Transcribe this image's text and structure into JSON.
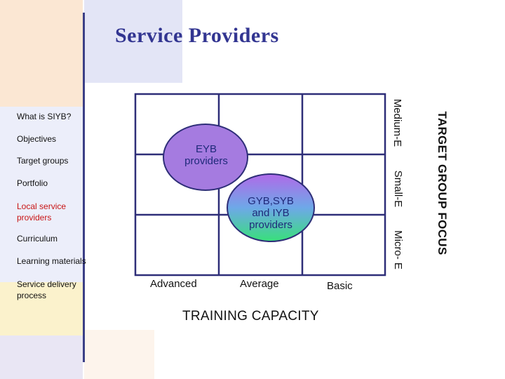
{
  "title": "Service Providers",
  "menu": {
    "items": [
      {
        "label": "What is SIYB?"
      },
      {
        "label": "Objectives"
      },
      {
        "label": "Target groups"
      },
      {
        "label": "Portfolio"
      },
      {
        "label": "Local service providers",
        "active": true
      },
      {
        "label": "Curriculum"
      },
      {
        "label": "Learning materials"
      },
      {
        "label": "Service delivery process"
      }
    ]
  },
  "x_axis": {
    "title": "TRAINING CAPACITY",
    "labels": [
      "Advanced",
      "Average",
      "Basic"
    ]
  },
  "y_axis": {
    "title": "TARGET GROUP FOCUS",
    "labels": [
      "Medium-E",
      "Small-E",
      "Micro- E"
    ]
  },
  "shapes": [
    {
      "label_line1": "EYB",
      "label_line2": "providers",
      "fill": "#a57be0"
    },
    {
      "label_line1": "GYB,SYB",
      "label_line2": "and IYB",
      "label_line3": "providers",
      "fill_top": "#b06ae8",
      "fill_bottom": "#38e07a"
    }
  ],
  "colors": {
    "accent": "#323591",
    "grid": "#2e2e78",
    "active_menu": "#c81414"
  }
}
